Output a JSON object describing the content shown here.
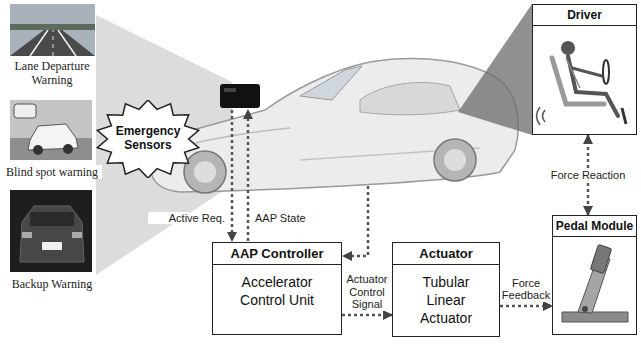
{
  "diagram": {
    "nodes": [
      {
        "text": [
          "Emergency Sensors"
        ]
      },
      {
        "text": [
          "AAP Controller",
          "Accelerator Control Unit"
        ]
      },
      {
        "text": [
          "Actuator",
          "Tubular Linear Actuator"
        ]
      },
      {
        "text": [
          "Driver"
        ]
      },
      {
        "text": [
          "Pedal Module"
        ]
      }
    ],
    "edges": [
      {
        "from": 1,
        "to": 2,
        "arrow": "to",
        "label": "Actuator Control Signal"
      },
      {
        "from": 2,
        "to": 4,
        "arrow": "to",
        "label": "Force Feedback"
      },
      {
        "from": 3,
        "to": 4,
        "arrow": "both",
        "label": "Force Reaction"
      }
    ],
    "labels": [
      "Lane Departure Warning",
      "Blind spot warning",
      "Backup Warning",
      "Active Req.",
      "AAP State"
    ]
  }
}
